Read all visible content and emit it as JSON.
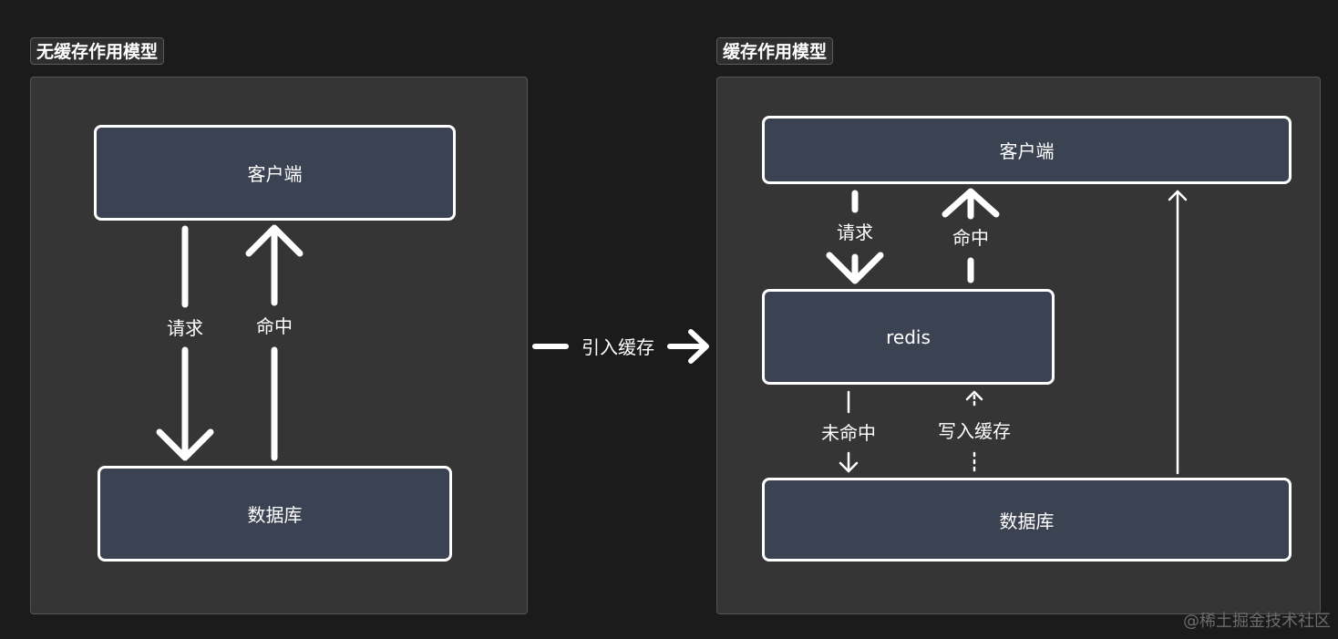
{
  "left": {
    "title": "无缓存作用模型",
    "client": "客户端",
    "request": "请求",
    "hit": "命中",
    "database": "数据库"
  },
  "transition": {
    "label": "引入缓存"
  },
  "right": {
    "title": "缓存作用模型",
    "client": "客户端",
    "request": "请求",
    "hit": "命中",
    "redis": "redis",
    "miss": "未命中",
    "write_cache": "写入缓存",
    "database": "数据库"
  },
  "watermark": "@稀土掘金技术社区"
}
